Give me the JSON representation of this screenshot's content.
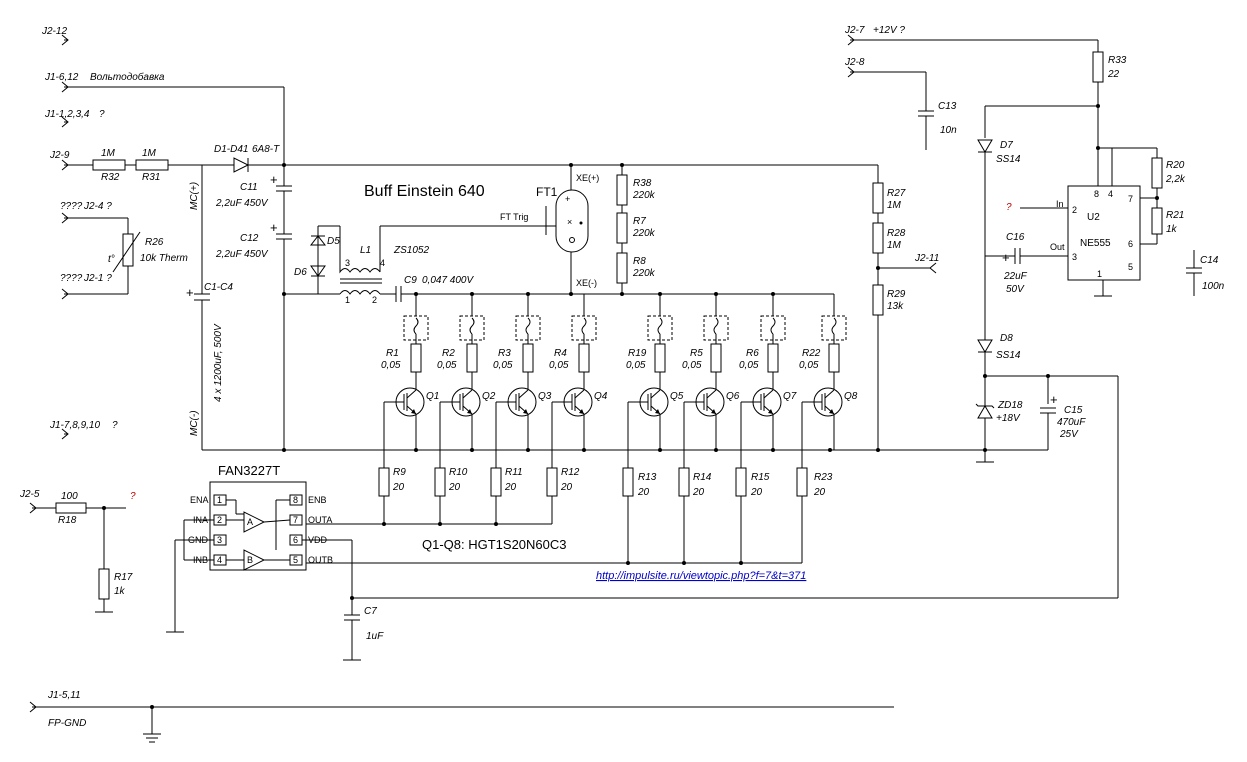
{
  "title": "Buff Einstein 640",
  "transistor_note": "Q1-Q8:  HGT1S20N60C3",
  "link": "http://impulsite.ru/viewtopic.php?f=7&t=371",
  "connectors": {
    "j2_12": "J2-12",
    "j1_6_12": "J1-6,12",
    "j1_6_12_note": "Вольтодобавка",
    "j1_1234": "J1-1,2,3,4",
    "j2_9": "J2-9",
    "j2_4": "J2-4 ?",
    "j2_4_prefix": "????",
    "j2_1": "J2-1 ?",
    "j2_1_prefix": "????",
    "j1_78910": "J1-7,8,9,10",
    "j2_5": "J2-5",
    "j1_5_11": "J1-5,11",
    "fp_gnd": "FP-GND",
    "j2_7": "J2-7",
    "j2_7_note": "+12V ?",
    "j2_8": "J2-8",
    "j2_11": "J2-11",
    "q": "?"
  },
  "components": {
    "r32": "R32",
    "r32_v": "1M",
    "r31": "R31",
    "r31_v": "1M",
    "d1": "D1-D41",
    "d1_v": "6A8-T",
    "c11": "C11",
    "c11_v": "2,2uF 450V",
    "c12": "C12",
    "c12_v": "2,2uF 450V",
    "r26": "R26",
    "r26_v": "10k Therm",
    "r26_t": "t°",
    "mc_plus": "MC(+)",
    "mc_minus": "MC(-)",
    "c1c4": "C1-C4",
    "c1c4_v": "4 x 1200uF, 500V",
    "d5": "D5",
    "d6": "D6",
    "l1": "L1",
    "l1_v": "ZS1052",
    "l1_p1": "1",
    "l1_p2": "2",
    "l1_p3": "3",
    "l1_p4": "4",
    "c9": "C9",
    "c9_v": "0,047  400V",
    "ft1": "FT1",
    "ft_trig": "FT Trig",
    "xe_plus": "XE(+)",
    "xe_minus": "XE(-)",
    "r38": "R38",
    "r38_v": "220k",
    "r7": "R7",
    "r7_v": "220k",
    "r8": "R8",
    "r8_v": "220k",
    "r27": "R27",
    "r27_v": "1M",
    "r28": "R28",
    "r28_v": "1M",
    "r29": "R29",
    "r29_v": "13k",
    "r1": "R1",
    "r2": "R2",
    "r3": "R3",
    "r4": "R4",
    "r19": "R19",
    "r5": "R5",
    "r6": "R6",
    "r22": "R22",
    "rs_v": "0,05",
    "q1": "Q1",
    "q2": "Q2",
    "q3": "Q3",
    "q4": "Q4",
    "q5": "Q5",
    "q6": "Q6",
    "q7": "Q7",
    "q8": "Q8",
    "r9": "R9",
    "r10": "R10",
    "r11": "R11",
    "r12": "R12",
    "r13": "R13",
    "r14": "R14",
    "r15": "R15",
    "r23": "R23",
    "rg_v": "20",
    "r18": "R18",
    "r18_v": "100",
    "r17": "R17",
    "r17_v": "1k",
    "c7": "C7",
    "c7_v": "1uF",
    "r33": "R33",
    "r33_v": "22",
    "c13": "C13",
    "c13_v": "10n",
    "d7": "D7",
    "d7_v": "SS14",
    "d8": "D8",
    "d8_v": "SS14",
    "c16": "C16",
    "c16_v1": "22uF",
    "c16_v2": "50V",
    "u2": "U2",
    "u2_v": "NE555",
    "u2_p8": "8",
    "u2_p4": "4",
    "u2_p7": "7",
    "u2_p2": "2",
    "u2_p6": "6",
    "u2_p3": "3",
    "u2_p5": "5",
    "u2_p1": "1",
    "u2_in": "In",
    "u2_out": "Out",
    "r20": "R20",
    "r20_v": "2,2k",
    "r21": "R21",
    "r21_v": "1k",
    "c14": "C14",
    "c14_v": "100n",
    "zd18": "ZD18",
    "zd18_v": "+18V",
    "c15": "C15",
    "c15_v1": "470uF",
    "c15_v2": "25V"
  },
  "driver": {
    "name": "FAN3227T",
    "pins_left": [
      "ENA",
      "INA",
      "GND",
      "INB"
    ],
    "pins_left_num": [
      "1",
      "2",
      "3",
      "4"
    ],
    "pins_right": [
      "ENB",
      "OUTA",
      "VDD",
      "OUTB"
    ],
    "pins_right_num": [
      "8",
      "7",
      "6",
      "5"
    ],
    "gate_a": "A",
    "gate_b": "B"
  }
}
